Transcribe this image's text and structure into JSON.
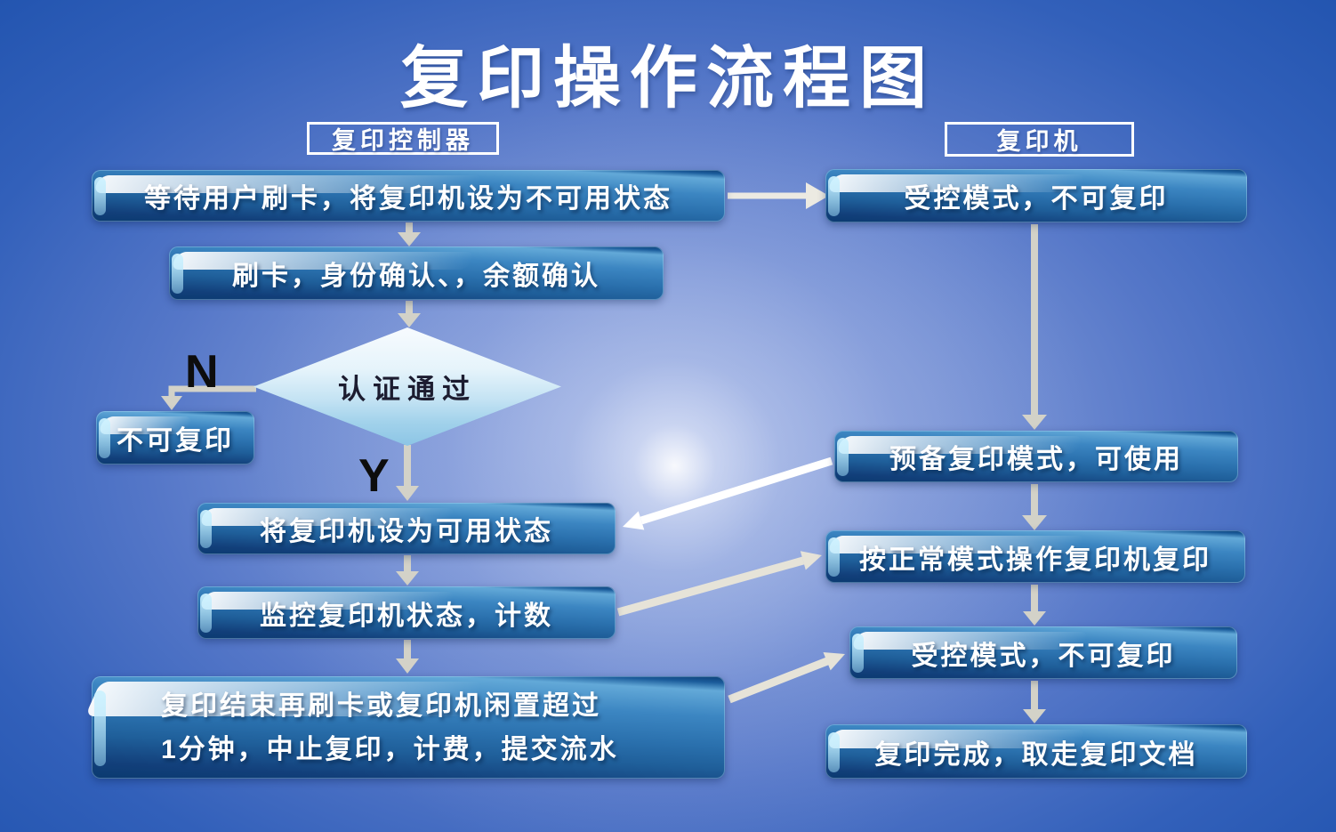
{
  "title": "复印操作流程图",
  "lanes": {
    "left": "复印控制器",
    "right": "复印机"
  },
  "left_nodes": {
    "wait": "等待用户刷卡，将复印机设为不可用状态",
    "swipe": "刷卡，身份确认、，余额确认",
    "decision": "认证通过",
    "no_copy": "不可复印",
    "set_available": "将复印机设为可用状态",
    "monitor": "监控复印机状态，计数",
    "finish_line1": "复印结束再刷卡或复印机闲置超过",
    "finish_line2": "1分钟，中止复印，计费，提交流水"
  },
  "right_nodes": {
    "controlled1": "受控模式，不可复印",
    "ready": "预备复印模式，可使用",
    "normal": "按正常模式操作复印机复印",
    "controlled2": "受控模式，不可复印",
    "complete": "复印完成，取走复印文档"
  },
  "branches": {
    "no": "N",
    "yes": "Y"
  },
  "colors": {
    "background_deep": "#2355b0",
    "background_light": "#c9d3ef",
    "bar_highlight": "#63a9d8",
    "bar_shadow": "#0a3a70",
    "diamond_top": "#f7fbfe",
    "diamond_bottom": "#8cc5e5",
    "arrow_gray": "#d3d2c8",
    "arrow_white": "#ffffff",
    "text_white": "#ffffff",
    "decision_text": "#1c1c30"
  }
}
